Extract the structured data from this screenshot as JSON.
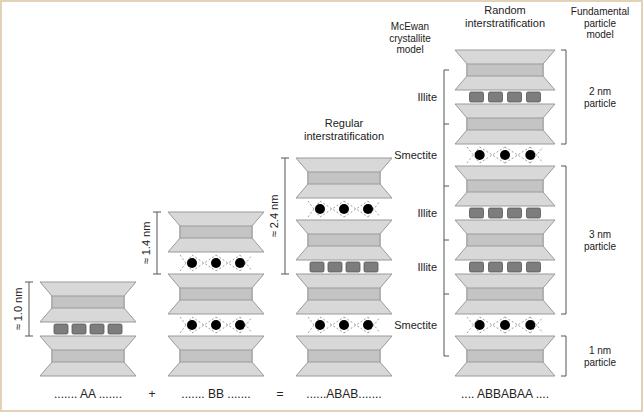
{
  "diagram": {
    "labels": [
      "≈ 1.0 nm",
      "≈ 1.4 nm",
      "Regular interstratification",
      "≈ 2.4 nm",
      "Random interstratification",
      "McEwan crystallite model",
      "Fundamental particle model",
      "Illite",
      "Smectite",
      "Illite",
      "Illite",
      "Smectite",
      "2 nm particle",
      "3 nm particle",
      "1 nm particle",
      "....... AA .......",
      "+",
      "....... BB .......",
      "=",
      "......ABAB.......",
      ".... ABBABAA ...."
    ]
  }
}
